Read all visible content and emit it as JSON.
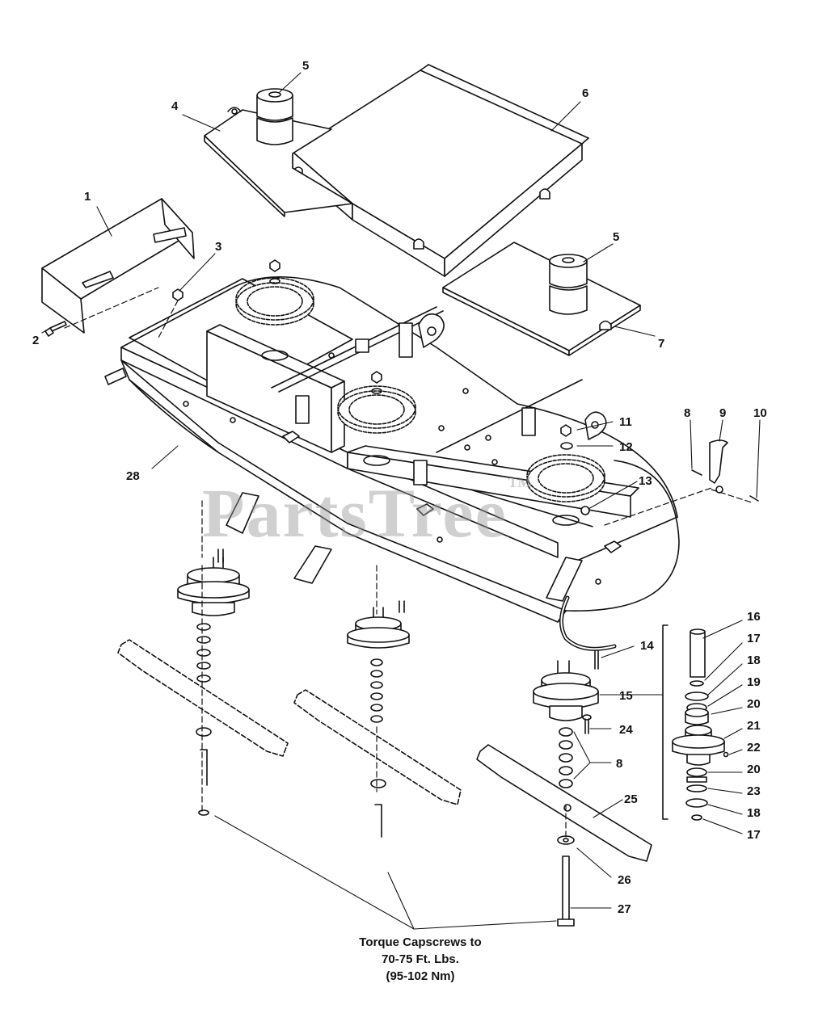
{
  "watermark": {
    "brand": "PartsTree",
    "tm": "™"
  },
  "note": {
    "line1": "Torque Capscrews to",
    "line2": "70-75 Ft. Lbs.",
    "line3": "(95-102 Nm)"
  },
  "callouts": {
    "c1": "1",
    "c2": "2",
    "c3": "3",
    "c4": "4",
    "c5a": "5",
    "c5b": "5",
    "c6": "6",
    "c7": "7",
    "c8a": "8",
    "c8b": "8",
    "c9": "9",
    "c10": "10",
    "c11": "11",
    "c12": "12",
    "c13": "13",
    "c14": "14",
    "c15": "15",
    "c16": "16",
    "c17a": "17",
    "c17b": "17",
    "c18a": "18",
    "c18b": "18",
    "c19": "19",
    "c20a": "20",
    "c20b": "20",
    "c21": "21",
    "c22": "22",
    "c23": "23",
    "c24": "24",
    "c25": "25",
    "c26": "26",
    "c27": "27",
    "c28": "28"
  }
}
